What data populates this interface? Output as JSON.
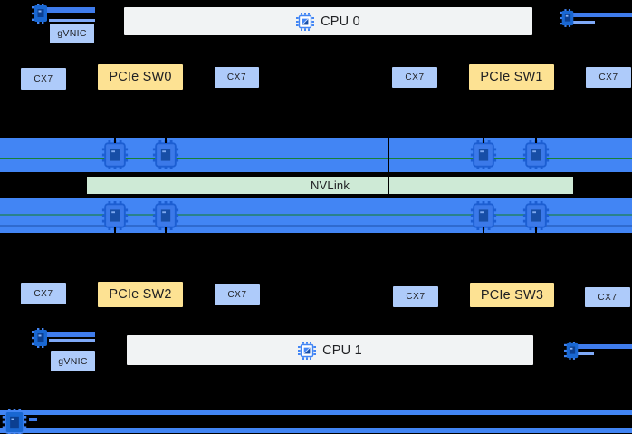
{
  "labels": {
    "cpu0": "CPU 0",
    "cpu1": "CPU 1",
    "gvnic": "gVNIC",
    "cx7": "CX7",
    "pcie_sw": [
      "PCIe SW0",
      "PCIe SW1",
      "PCIe SW2",
      "PCIe SW3"
    ],
    "nvlink": "NVLink"
  },
  "icons": {
    "cpu_chip": "cpu-chip-icon",
    "gpu_chip": "gpu-chip-icon",
    "nic_chip": "nic-chip-icon",
    "network_chip": "network-chip-icon"
  },
  "colors": {
    "background": "#000000",
    "gpu_bar": "#4285F4",
    "nvlink_fill": "#CEEAD6",
    "nvlink_line": "#188038",
    "card_blue": "#AECBFA",
    "switch_yellow": "#FDE293",
    "cpu_fill": "#F1F3F4",
    "text_dark": "#202124",
    "link_blue": "#3F7CEC"
  }
}
